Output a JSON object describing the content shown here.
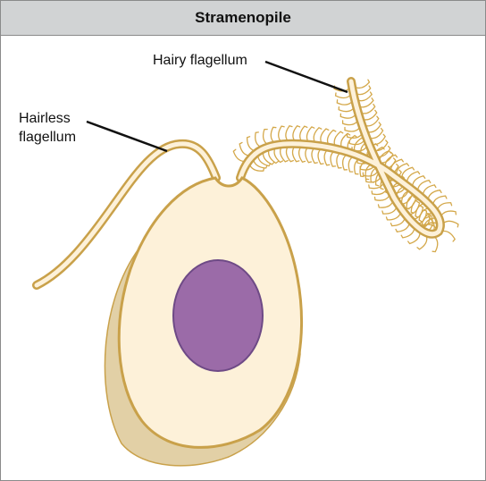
{
  "title": "Stramenopile",
  "labels": {
    "hairy_flagellum": "Hairy flagellum",
    "hairless_flagellum_line1": "Hairless",
    "hairless_flagellum_line2": "flagellum"
  },
  "colors": {
    "header_bg": "#d1d3d4",
    "outline": "#c9a14a",
    "cell_fill": "#fdf1d9",
    "shadow_fill": "#e2d0a6",
    "nucleus_fill": "#9b6ba8",
    "nucleus_stroke": "#6e4a86",
    "hair": "#d4a84a",
    "leader_line": "#111111"
  }
}
